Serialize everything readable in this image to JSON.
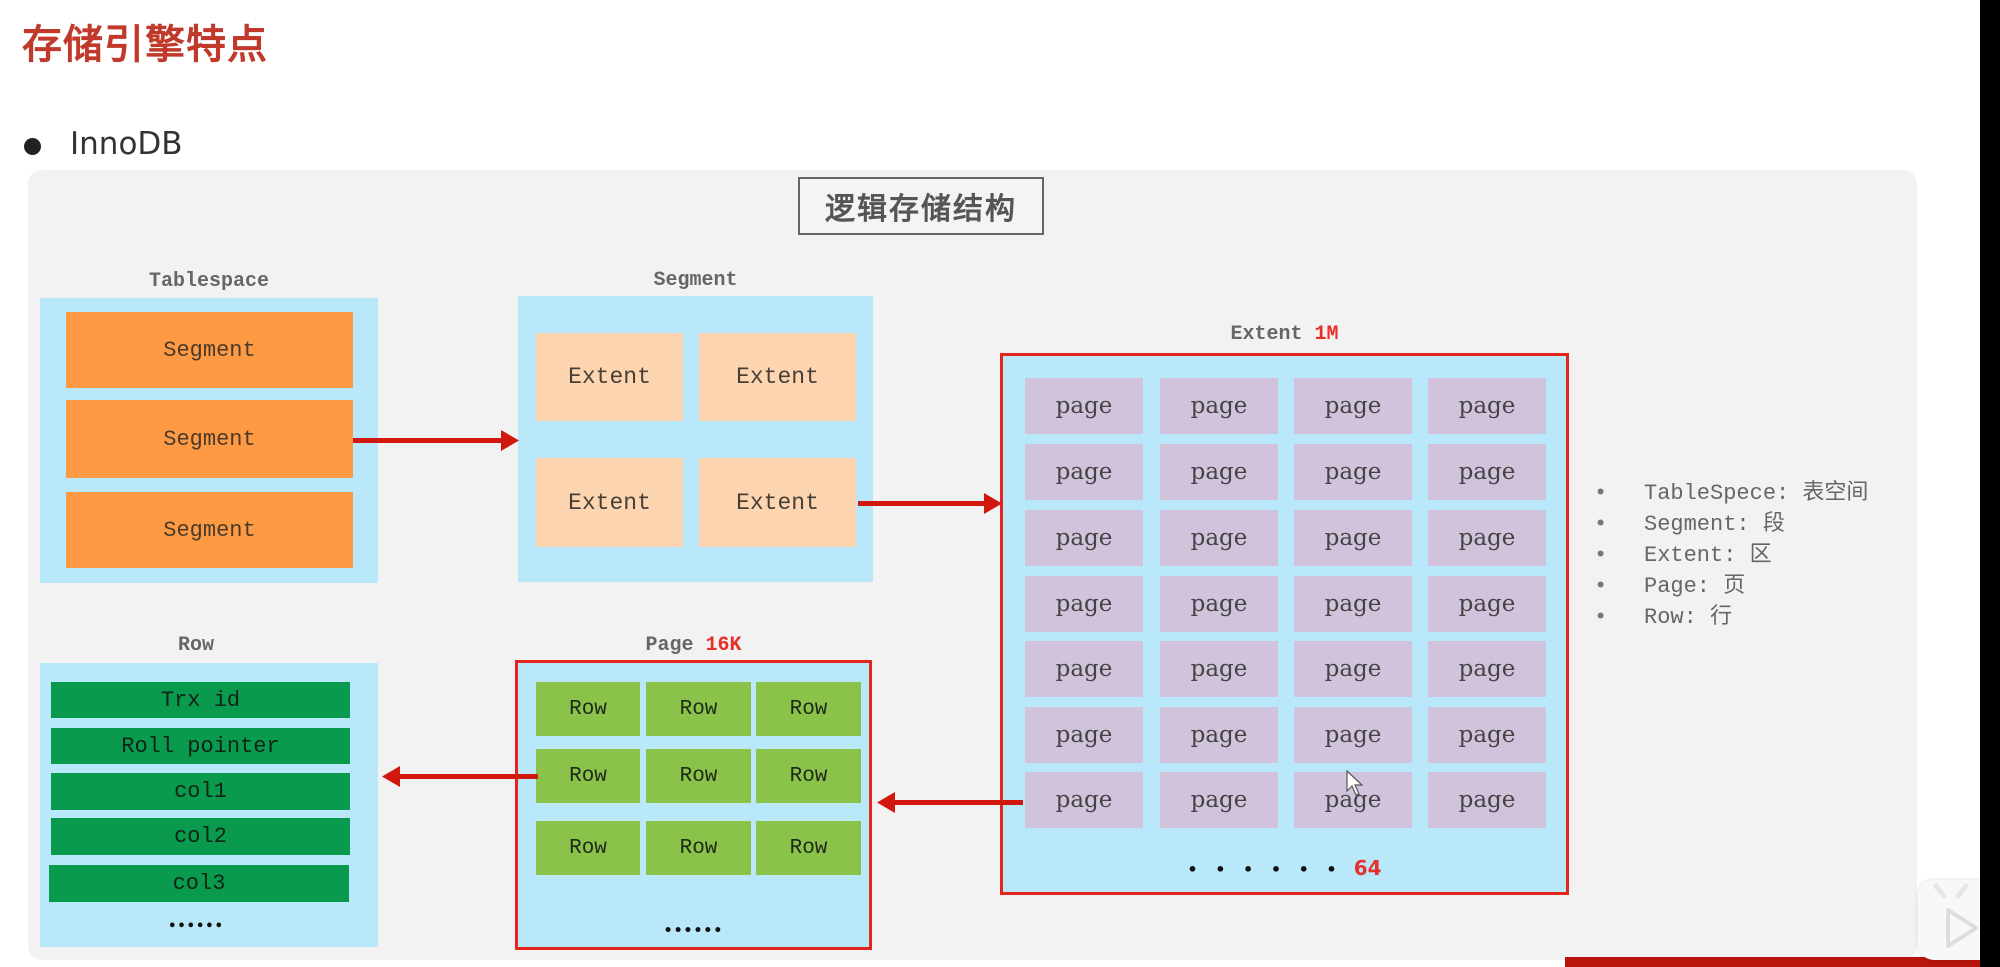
{
  "slide": {
    "title": "存储引擎特点",
    "bullet": "InnoDB",
    "caption": "逻辑存储结构"
  },
  "tablespace": {
    "label": "Tablespace",
    "segments": [
      "Segment",
      "Segment",
      "Segment"
    ]
  },
  "segment": {
    "label": "Segment",
    "extents": [
      "Extent",
      "Extent",
      "Extent",
      "Extent"
    ]
  },
  "extent": {
    "label": "Extent",
    "size": "1M",
    "pages": [
      [
        "page",
        "page",
        "page",
        "page"
      ],
      [
        "page",
        "page",
        "page",
        "page"
      ],
      [
        "page",
        "page",
        "page",
        "page"
      ],
      [
        "page",
        "page",
        "page",
        "page"
      ],
      [
        "page",
        "page",
        "page",
        "page"
      ],
      [
        "page",
        "page",
        "page",
        "page"
      ],
      [
        "page",
        "page",
        "page",
        "page"
      ]
    ],
    "ellipsis": "• • • • • •",
    "count": "64"
  },
  "page": {
    "label": "Page",
    "size": "16K",
    "rows": [
      [
        "Row",
        "Row",
        "Row"
      ],
      [
        "Row",
        "Row",
        "Row"
      ],
      [
        "Row",
        "Row",
        "Row"
      ]
    ],
    "ellipsis": "••••••"
  },
  "row": {
    "label": "Row",
    "fields": [
      "Trx id",
      "Roll pointer",
      "col1",
      "col2",
      "col3"
    ],
    "ellipsis": "••••••"
  },
  "legend": [
    {
      "bullet": "•",
      "text": "TableSpece: 表空间"
    },
    {
      "bullet": "•",
      "text": "Segment: 段"
    },
    {
      "bullet": "•",
      "text": "Extent: 区"
    },
    {
      "bullet": "•",
      "text": "Page: 页"
    },
    {
      "bullet": "•",
      "text": "Row: 行"
    }
  ],
  "colors": {
    "title": "#c0392b",
    "accent_red": "#e3251d",
    "container_blue": "#b8e8fa",
    "segment_orange": "#fd9a43",
    "extent_peach": "#fdd5b1",
    "page_lilac": "#d2c3dc",
    "row_green": "#8bc34a",
    "field_green": "#0a9a4e"
  }
}
